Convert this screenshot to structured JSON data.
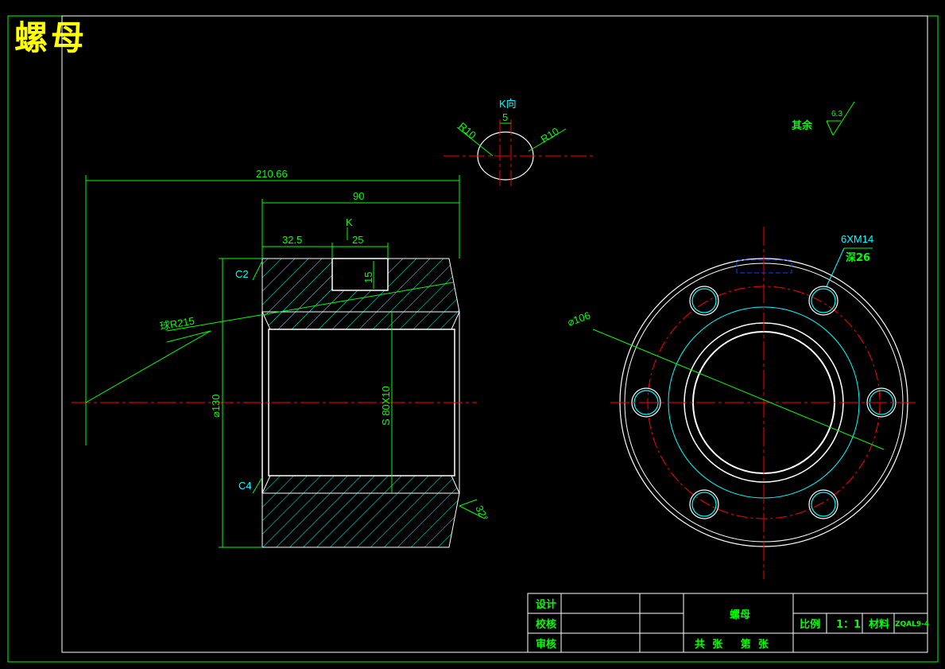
{
  "title": "螺母",
  "dimensions": {
    "overall_length": "210.66",
    "length_90": "90",
    "offset_32_5": "32.5",
    "slot_width_25": "25",
    "slot_depth_15": "15",
    "k_arrow": "K",
    "chamfer_c2": "C2",
    "chamfer_c4": "C4",
    "sphere_radius": "球R215",
    "outer_diameter": "⌀130",
    "thread": "S 80X10",
    "flange_diameter": "⌀106",
    "holes": "6XM14",
    "hole_depth": "深26",
    "angle": "32°"
  },
  "view_k": {
    "label": "K向",
    "width": "5",
    "r_left": "R10",
    "r_right": "R10"
  },
  "roughness": {
    "label": "其余",
    "value": "6.3"
  },
  "title_block": {
    "design": "设计",
    "check": "校核",
    "review": "审核",
    "part_name": "螺母",
    "scale_label": "比例",
    "scale_value": "1：1",
    "material_label": "材料",
    "material_value": "ZQAL9-4",
    "sheets": "共  张     第  张"
  },
  "colors": {
    "background": "#000000",
    "dimension": "#00ff00",
    "outline": "#ffffff",
    "hatch": "#00ffff",
    "centerline": "#ff0000",
    "title": "#ffff00"
  }
}
